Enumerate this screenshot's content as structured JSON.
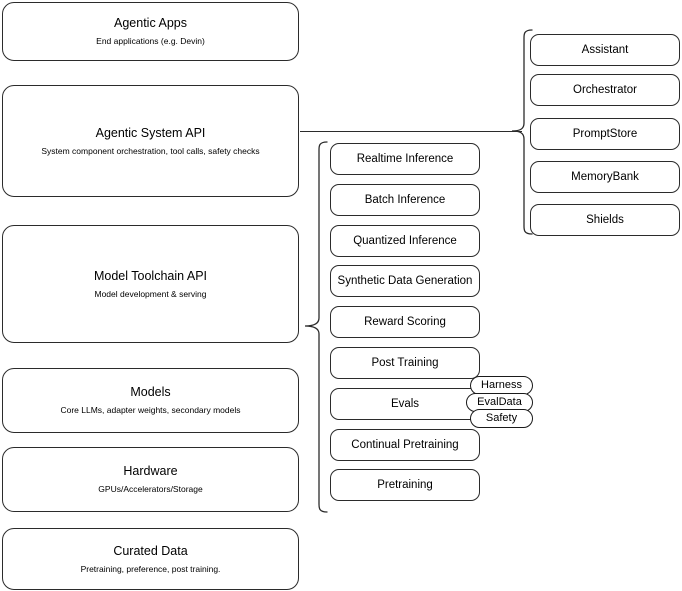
{
  "diagram": {
    "title": "Agentic stack layered architecture diagram",
    "stroke_color": "#2b2b2b",
    "background_color": "#ffffff"
  },
  "left_stack": {
    "name": "layer-stack",
    "items": [
      {
        "id": "agentic-apps",
        "title": "Agentic Apps",
        "subtitle": "End applications (e.g. Devin)"
      },
      {
        "id": "agentic-system-api",
        "title": "Agentic System API",
        "subtitle": "System component orchestration, tool calls, safety checks"
      },
      {
        "id": "model-toolchain-api",
        "title": "Model Toolchain API",
        "subtitle": "Model development & serving"
      },
      {
        "id": "models",
        "title": "Models",
        "subtitle": "Core LLMs, adapter weights, secondary models"
      },
      {
        "id": "hardware",
        "title": "Hardware",
        "subtitle": "GPUs/Accelerators/Storage"
      },
      {
        "id": "curated-data",
        "title": "Curated Data",
        "subtitle": "Pretraining, preference, post training."
      }
    ]
  },
  "toolchain_components": {
    "name": "model-toolchain-component-list",
    "items": [
      {
        "id": "realtime-inference",
        "label": "Realtime Inference"
      },
      {
        "id": "batch-inference",
        "label": "Batch Inference"
      },
      {
        "id": "quantized-inference",
        "label": "Quantized Inference"
      },
      {
        "id": "synthetic-data-generation",
        "label": "Synthetic Data Generation"
      },
      {
        "id": "reward-scoring",
        "label": "Reward Scoring"
      },
      {
        "id": "post-training",
        "label": "Post Training"
      },
      {
        "id": "evals",
        "label": "Evals"
      },
      {
        "id": "continual-pretraining",
        "label": "Continual Pretraining"
      },
      {
        "id": "pretraining",
        "label": "Pretraining"
      }
    ]
  },
  "evals_tags": {
    "name": "evals-tag-list",
    "items": [
      {
        "id": "harness",
        "label": "Harness"
      },
      {
        "id": "evaldata",
        "label": "EvalData"
      },
      {
        "id": "safety",
        "label": "Safety"
      }
    ]
  },
  "system_components": {
    "name": "agentic-system-component-list",
    "items": [
      {
        "id": "assistant",
        "label": "Assistant"
      },
      {
        "id": "orchestrator",
        "label": "Orchestrator"
      },
      {
        "id": "promptstore",
        "label": "PromptStore"
      },
      {
        "id": "memorybank",
        "label": "MemoryBank"
      },
      {
        "id": "shields",
        "label": "Shields"
      }
    ]
  }
}
